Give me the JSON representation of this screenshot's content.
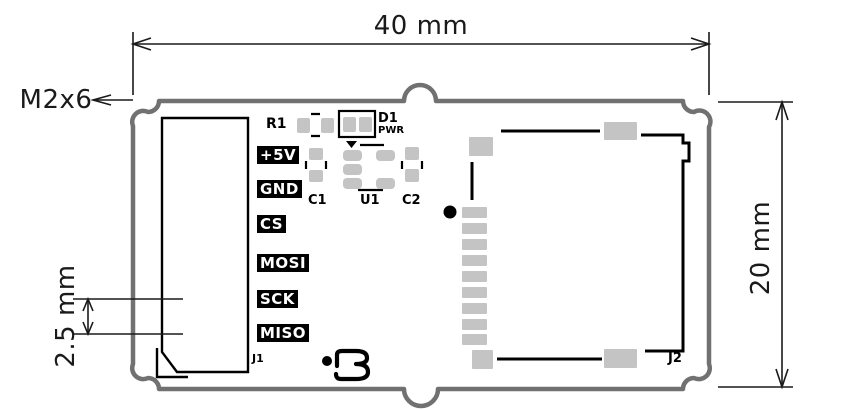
{
  "drawing": {
    "kind": "pcb-mechanical-drawing",
    "dimensions": {
      "width": "40 mm",
      "height": "20 mm",
      "pin_pitch": "2.5 mm",
      "screw": "M2x6"
    },
    "pins": [
      "+5V",
      "GND",
      "CS",
      "MOSI",
      "SCK",
      "MISO"
    ],
    "refs": {
      "r1": "R1",
      "d1": "D1",
      "d1_function": "PWR",
      "c1": "C1",
      "u1": "U1",
      "c2": "C2",
      "j1": "J1",
      "j2": "J2"
    },
    "icons": {
      "logo": "b-maker-logo",
      "pin1_marker": "triangle-pin1-marker"
    },
    "colors": {
      "board_outline": "#717171",
      "pad": "#c4c4c4",
      "silkscreen": "#000000",
      "dimension_lines": "#1a1a1a",
      "background": "#ffffff"
    }
  }
}
